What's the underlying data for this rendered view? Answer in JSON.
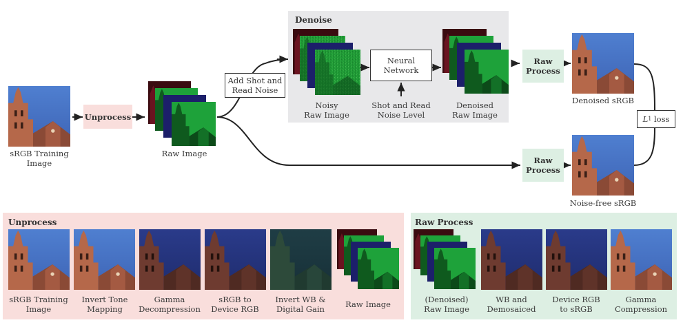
{
  "colors": {
    "unprocess_bg": "#f9dedc",
    "raw_process_bg": "#ddefe3",
    "denoise_bg": "#e8e8ea",
    "sky": "#4a73c4",
    "raw_green": "#1fa33a",
    "arrow": "#222222"
  },
  "top": {
    "input_label": "sRGB Training\nImage",
    "unprocess_btn": "Unprocess",
    "raw_image_label": "Raw Image",
    "add_noise_label": "Add Shot and\nRead Noise",
    "denoise_title": "Denoise",
    "noisy_label": "Noisy\nRaw Image",
    "network_label": "Neural\nNetwork",
    "noise_level_label": "Shot and Read\nNoise Level",
    "denoised_raw_label": "Denoised\nRaw Image",
    "raw_process_btn": "Raw\nProcess",
    "denoised_srgb_label": "Denoised sRGB",
    "loss_label_prefix": "L",
    "loss_label_sub": "1",
    "loss_label_suffix": " loss",
    "raw_process_btn2": "Raw\nProcess",
    "noisefree_label": "Noise-free sRGB"
  },
  "unprocess_panel": {
    "title": "Unprocess",
    "steps": [
      "sRGB Training\nImage",
      "Invert Tone\nMapping",
      "Gamma\nDecompression",
      "sRGB to\nDevice RGB",
      "Invert WB &\nDigital Gain",
      "Raw Image"
    ]
  },
  "raw_panel": {
    "title": "Raw Process",
    "steps": [
      "(Denoised)\nRaw Image",
      "WB and\nDemosaiced",
      "Device RGB\nto sRGB",
      "Gamma\nCompression"
    ]
  }
}
